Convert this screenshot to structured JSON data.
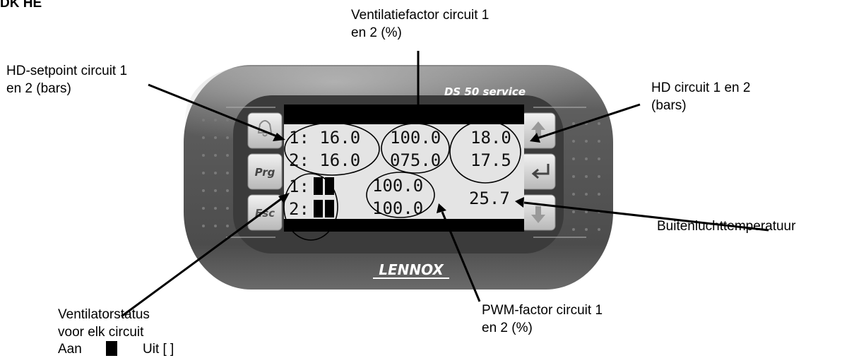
{
  "page_title": "DK HE",
  "device": {
    "model_label": "DS 50 service",
    "brand_logo": "LENNOX",
    "buttons": {
      "alarm_icon": "bell-icon",
      "prg_label": "Prg",
      "esc_label": "Esc",
      "up_icon": "up-arrow-icon",
      "enter_icon": "enter-icon",
      "down_icon": "down-arrow-icon"
    }
  },
  "lcd": {
    "hp_setpoint_row1": "1: 16.0",
    "hp_setpoint_row2": "2: 16.0",
    "vent_factor_row1": "100.0",
    "vent_factor_row2": "075.0",
    "hp_row1": "18.0",
    "hp_row2": "17.5",
    "fan_status_row1_prefix": "1:",
    "fan_status_row2_prefix": "2:",
    "pwm_row1": "100.0",
    "pwm_row2": "100.0",
    "outdoor_temp": "25.7"
  },
  "callouts": {
    "vent_factor": [
      "Ventilatiefactor circuit 1",
      "en 2 (%)"
    ],
    "hd_setpoint": [
      "HD-setpoint circuit 1",
      "en 2 (bars)"
    ],
    "hd_circuit": [
      "HD circuit 1 en 2",
      "(bars)"
    ],
    "outdoor_temp": "Buitenluchttemperatuur",
    "fan_status": [
      "Ventilatorstatus",
      "voor elk circuit"
    ],
    "fan_legend_on": "Aan",
    "fan_legend_off": "Uit [ ]",
    "pwm_factor": [
      "PWM-factor circuit 1",
      "en 2 (%)"
    ]
  }
}
